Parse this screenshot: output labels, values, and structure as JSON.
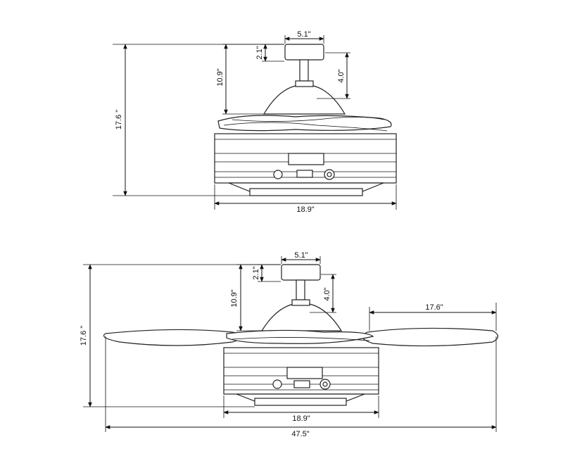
{
  "top_view": {
    "mount_width": "5.1\"",
    "canopy_height": "2.1\"",
    "downrod_height": "4.0\"",
    "ceiling_to_blades": "10.9\"",
    "overall_height": "17.6 \"",
    "body_width": "18.9\""
  },
  "bottom_view": {
    "mount_width": "5.1\"",
    "canopy_height": "2.1\"",
    "downrod_height": "4.0\"",
    "ceiling_to_blades": "10.9\"",
    "overall_height": "17.6 \"",
    "blade_extension": "17.6\"",
    "body_width": "18.9\"",
    "overall_span": "47.5\""
  }
}
